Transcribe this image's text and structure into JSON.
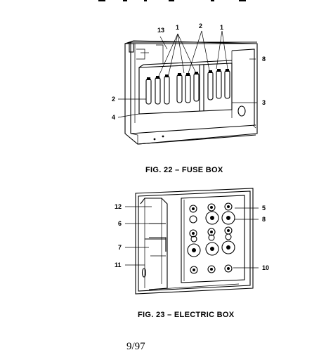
{
  "fig22": {
    "caption": "FIG. 22 – FUSE BOX",
    "callouts": [
      "13",
      "1",
      "2",
      "1",
      "8",
      "2",
      "3",
      "4"
    ]
  },
  "fig23": {
    "caption": "FIG. 23 – ELECTRIC BOX",
    "callouts": [
      "12",
      "6",
      "7",
      "11",
      "5",
      "8",
      "10"
    ]
  },
  "footer": {
    "date": "9/97"
  }
}
